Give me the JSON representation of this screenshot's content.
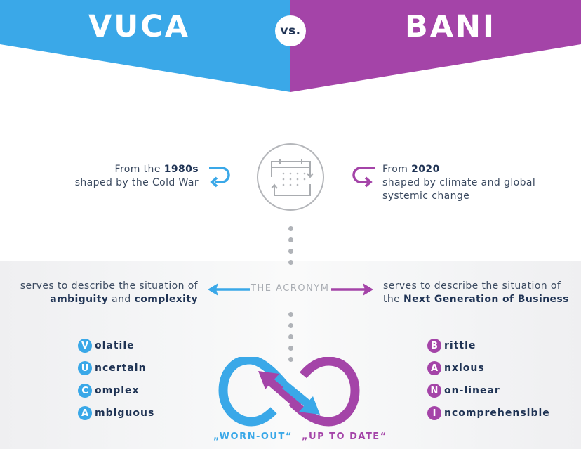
{
  "header": {
    "left_title": "VUCA",
    "right_title": "BANI",
    "versus_label": "vs."
  },
  "colors": {
    "vuca_blue": "#3aa8e8",
    "bani_purple": "#a444a8",
    "text_dark": "#1f3354",
    "text_body": "#3b4a60",
    "muted_gray": "#a9adb3",
    "panel_gray": "#f2f3f4"
  },
  "timeline": {
    "icon": "calendar-cycle-icon",
    "vuca": {
      "prefix": "From the ",
      "year": "1980s",
      "context": "shaped by the Cold War",
      "icon": "u-turn-left-arrow-icon"
    },
    "bani": {
      "prefix": "From ",
      "year": "2020",
      "context": "shaped by climate and global systemic change",
      "icon": "u-turn-right-arrow-icon"
    }
  },
  "acronym": {
    "label": "THE ACRONYM",
    "vuca_description": {
      "line1": "serves to describe the situation of",
      "term1": "ambiguity",
      "connector": " and ",
      "term2": "complexity"
    },
    "bani_description": {
      "line1": "serves to describe the situation of",
      "prefix": "the ",
      "term": "Next Generation of Business"
    }
  },
  "vuca_list": [
    {
      "letter": "V",
      "rest": "olatile"
    },
    {
      "letter": "U",
      "rest": "ncertain"
    },
    {
      "letter": "C",
      "rest": "omplex"
    },
    {
      "letter": "A",
      "rest": "mbiguous"
    }
  ],
  "bani_list": [
    {
      "letter": "B",
      "rest": "rittle"
    },
    {
      "letter": "A",
      "rest": "nxious"
    },
    {
      "letter": "N",
      "rest": "on-linear"
    },
    {
      "letter": "I",
      "rest": "ncomprehensible"
    }
  ],
  "footer": {
    "icon": "infinity-loop-icon",
    "vuca_tag": "„WORN-OUT“",
    "bani_tag": "„UP TO DATE“"
  }
}
